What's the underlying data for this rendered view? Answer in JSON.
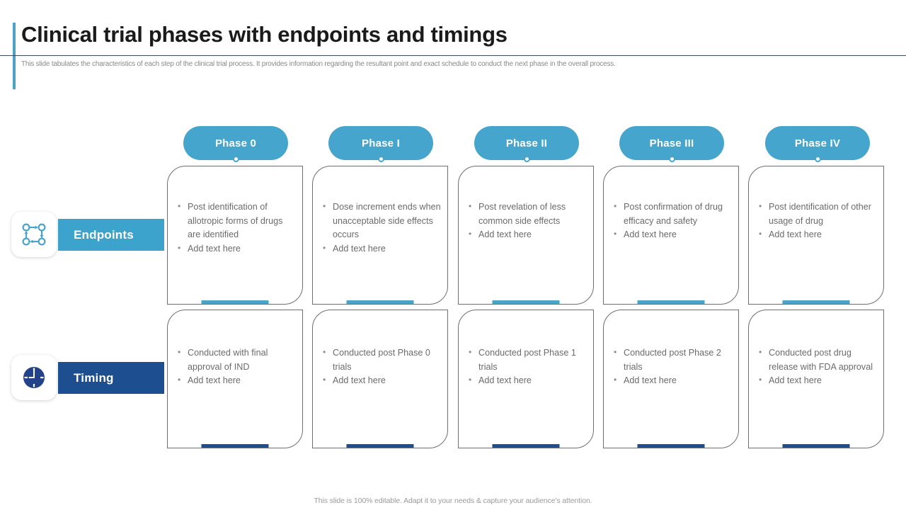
{
  "header": {
    "title": "Clinical trial phases with endpoints and timings",
    "subtitle": "This slide tabulates the characteristics of each step of the clinical trial process. It provides information regarding the resultant point and exact schedule to conduct the next phase in the overall process.",
    "accent_color": "#4AA3C4"
  },
  "phases": [
    {
      "label": "Phase 0"
    },
    {
      "label": "Phase I"
    },
    {
      "label": "Phase II"
    },
    {
      "label": "Phase III"
    },
    {
      "label": "Phase IV"
    }
  ],
  "rows": [
    {
      "label": "Endpoints",
      "icon": "workflow-nodes-icon",
      "bar_color": "#3CA3CC",
      "underline_color": "#4BA3C7",
      "cards": [
        {
          "bullets": [
            "Post identification of allotropic forms of drugs are identified",
            "Add text here"
          ]
        },
        {
          "bullets": [
            "Dose increment ends when unacceptable side effects occurs",
            "Add text here"
          ]
        },
        {
          "bullets": [
            "Post revelation of less common side effects",
            "Add text here"
          ]
        },
        {
          "bullets": [
            "Post confirmation of drug efficacy and safety",
            "Add text here"
          ]
        },
        {
          "bullets": [
            "Post identification of other usage of drug",
            "Add text here"
          ]
        }
      ]
    },
    {
      "label": "Timing",
      "icon": "clock-icon",
      "bar_color": "#1D4E8F",
      "underline_color": "#1D4E8F",
      "cards": [
        {
          "bullets": [
            "Conducted with final approval of IND",
            "Add text here"
          ]
        },
        {
          "bullets": [
            "Conducted post Phase 0 trials",
            "Add text here"
          ]
        },
        {
          "bullets": [
            "Conducted post Phase 1 trials",
            "Add text here"
          ]
        },
        {
          "bullets": [
            "Conducted post Phase 2 trials",
            "Add text here"
          ]
        },
        {
          "bullets": [
            "Conducted post drug release with FDA approval",
            "Add text here"
          ]
        }
      ]
    }
  ],
  "footer": {
    "note": "This slide is 100% editable. Adapt it to your needs & capture your audience's attention."
  },
  "colors": {
    "pill_blue": "#46A5CC",
    "navy": "#1D4E8F",
    "card_border": "#6E6E72",
    "body_text": "#6B6B6B"
  }
}
